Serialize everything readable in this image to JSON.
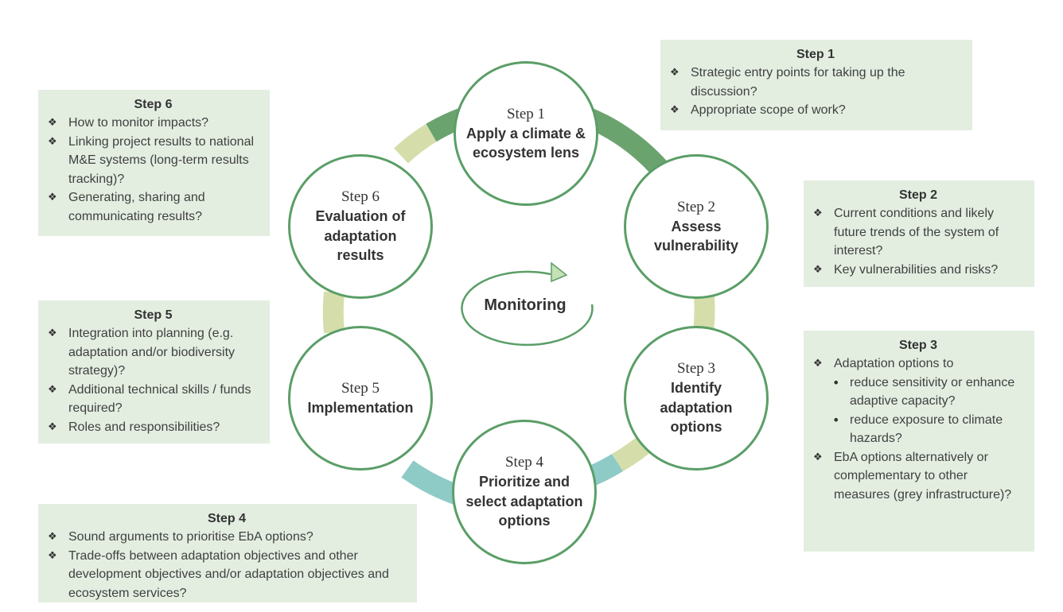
{
  "center": {
    "label": "Monitoring"
  },
  "steps": [
    {
      "number": "Step 1",
      "title": "Apply a climate & ecosystem lens"
    },
    {
      "number": "Step 2",
      "title": "Assess vulnerability"
    },
    {
      "number": "Step 3",
      "title": "Identify adaptation options"
    },
    {
      "number": "Step 4",
      "title": "Prioritize and select adaptation options"
    },
    {
      "number": "Step 5",
      "title": "Implementation"
    },
    {
      "number": "Step 6",
      "title": "Evaluation of adaptation results"
    }
  ],
  "boxes": {
    "step1": {
      "heading": "Step 1",
      "items": [
        "Strategic entry points for taking up the discussion?",
        "Appropriate scope of work?"
      ]
    },
    "step2": {
      "heading": "Step 2",
      "items": [
        "Current conditions and likely future trends of the system of interest?",
        "Key vulnerabilities and risks?"
      ]
    },
    "step3": {
      "heading": "Step 3",
      "item1": "Adaptation options to",
      "sub": [
        "reduce sensitivity or enhance adaptive capacity?",
        "reduce exposure to climate hazards?"
      ],
      "item2": "EbA options alternatively or complementary to other measures (grey infrastructure)?"
    },
    "step4": {
      "heading": "Step 4",
      "items": [
        "Sound arguments to prioritise EbA options?",
        "Trade-offs between adaptation objectives and other development objectives and/or adaptation objectives and ecosystem services?"
      ]
    },
    "step5": {
      "heading": "Step 5",
      "items": [
        "Integration into planning (e.g. adaptation and/or biodiversity strategy)?",
        "Additional technical skills / funds required?",
        "Roles and responsibilities?"
      ]
    },
    "step6": {
      "heading": "Step 6",
      "items": [
        "How to monitor impacts?",
        "Linking project results to national M&E systems (long-term results tracking)?",
        "Generating, sharing and communicating results?"
      ]
    }
  },
  "colors": {
    "dark_green": "#6ba36f",
    "light_green": "#d5deaa",
    "teal": "#8ecac6",
    "circle_border": "#5a9e67",
    "box_bg": "#e3eee1"
  }
}
